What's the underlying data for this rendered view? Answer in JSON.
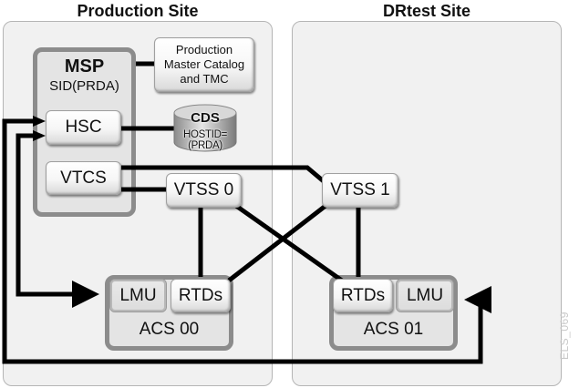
{
  "sites": {
    "production": {
      "title": "Production Site"
    },
    "drtest": {
      "title": "DRtest Site"
    }
  },
  "msp": {
    "title": "MSP",
    "subtitle": "SID(PRDA)"
  },
  "nodes": {
    "catalog": "Production\nMaster Catalog\nand TMC",
    "catalog_lines": [
      "Production",
      "Master Catalog",
      "and TMC"
    ],
    "hsc": "HSC",
    "vtcs": "VTCS",
    "vtss0": "VTSS 0",
    "vtss1": "VTSS 1"
  },
  "cds": {
    "title": "CDS",
    "hostid": "HOSTID=(PRDA)"
  },
  "acs": [
    {
      "name": "ACS 00",
      "lmu": "LMU",
      "rtds": "RTDs"
    },
    {
      "name": "ACS 01",
      "lmu": "LMU",
      "rtds": "RTDs"
    }
  ],
  "connections": [
    {
      "from": "MSP",
      "to": "Production Master Catalog and TMC",
      "type": "line"
    },
    {
      "from": "HSC",
      "to": "CDS",
      "type": "line"
    },
    {
      "from": "VTCS",
      "to": "VTSS 0",
      "type": "line"
    },
    {
      "from": "VTCS",
      "to": "VTSS 1",
      "type": "line"
    },
    {
      "from": "VTSS 0",
      "to": "ACS 00 RTDs",
      "type": "line"
    },
    {
      "from": "VTSS 0",
      "to": "ACS 01 RTDs",
      "type": "line"
    },
    {
      "from": "VTSS 1",
      "to": "ACS 00 RTDs",
      "type": "line"
    },
    {
      "from": "VTSS 1",
      "to": "ACS 01 RTDs",
      "type": "line"
    },
    {
      "from": "HSC",
      "to": "ACS 00 LMU",
      "type": "arrow-both"
    },
    {
      "from": "HSC",
      "to": "ACS 01 LMU",
      "type": "arrow-both"
    }
  ],
  "watermark": "ELS_069",
  "colors": {
    "panel": "#f1f1f1",
    "panel_border": "#b5b5b5",
    "container": "#e4e4e4",
    "container_border": "#8c8c8c",
    "wire": "#000000",
    "watermark": "#c8c8c8"
  }
}
